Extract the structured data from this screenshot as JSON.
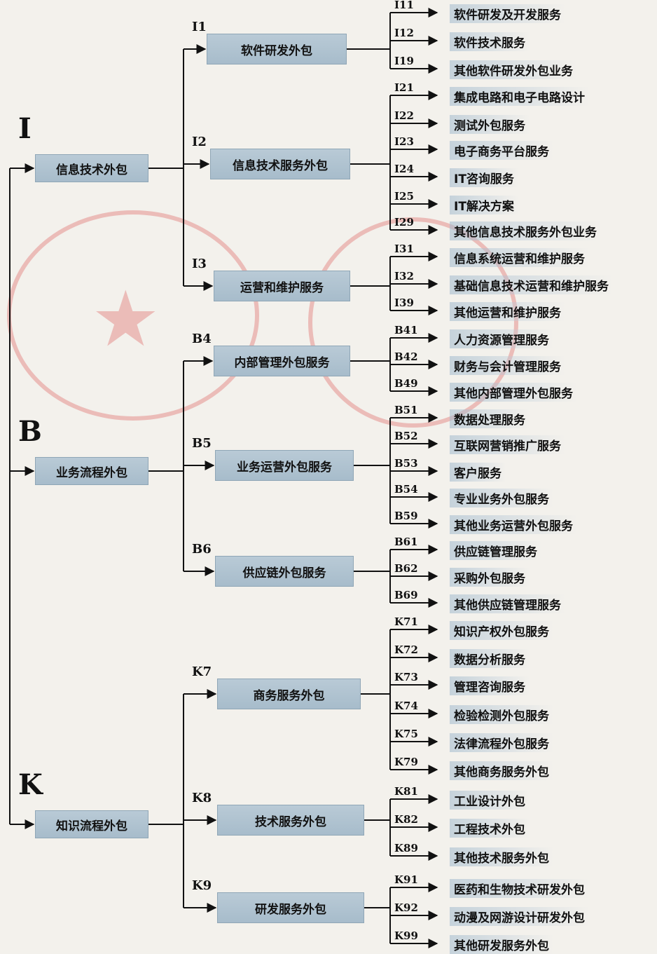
{
  "diagram": {
    "roots": [
      {
        "letter": "I",
        "label": "信息技术外包",
        "children": [
          {
            "code": "I1",
            "label": "软件研发外包",
            "leaves": [
              {
                "code": "I11",
                "label": "软件研发及开发服务"
              },
              {
                "code": "I12",
                "label": "软件技术服务"
              },
              {
                "code": "I19",
                "label": "其他软件研发外包业务"
              }
            ]
          },
          {
            "code": "I2",
            "label": "信息技术服务外包",
            "leaves": [
              {
                "code": "I21",
                "label": "集成电路和电子电路设计"
              },
              {
                "code": "I22",
                "label": "测试外包服务"
              },
              {
                "code": "I23",
                "label": "电子商务平台服务"
              },
              {
                "code": "I24",
                "label": "IT咨询服务"
              },
              {
                "code": "I25",
                "label": "IT解决方案"
              },
              {
                "code": "I29",
                "label": "其他信息技术服务外包业务"
              }
            ]
          },
          {
            "code": "I3",
            "label": "运营和维护服务",
            "leaves": [
              {
                "code": "I31",
                "label": "信息系统运营和维护服务"
              },
              {
                "code": "I32",
                "label": "基础信息技术运营和维护服务"
              },
              {
                "code": "I39",
                "label": "其他运营和维护服务"
              }
            ]
          }
        ]
      },
      {
        "letter": "B",
        "label": "业务流程外包",
        "children": [
          {
            "code": "B4",
            "label": "内部管理外包服务",
            "leaves": [
              {
                "code": "B41",
                "label": "人力资源管理服务"
              },
              {
                "code": "B42",
                "label": "财务与会计管理服务"
              },
              {
                "code": "B49",
                "label": "其他内部管理外包服务"
              }
            ]
          },
          {
            "code": "B5",
            "label": "业务运营外包服务",
            "leaves": [
              {
                "code": "B51",
                "label": "数据处理服务"
              },
              {
                "code": "B52",
                "label": "互联网营销推广服务"
              },
              {
                "code": "B53",
                "label": "客户服务"
              },
              {
                "code": "B54",
                "label": "专业业务外包服务"
              },
              {
                "code": "B59",
                "label": "其他业务运营外包服务"
              }
            ]
          },
          {
            "code": "B6",
            "label": "供应链外包服务",
            "leaves": [
              {
                "code": "B61",
                "label": "供应链管理服务"
              },
              {
                "code": "B62",
                "label": "采购外包服务"
              },
              {
                "code": "B69",
                "label": "其他供应链管理服务"
              }
            ]
          }
        ]
      },
      {
        "letter": "K",
        "label": "知识流程外包",
        "children": [
          {
            "code": "K7",
            "label": "商务服务外包",
            "leaves": [
              {
                "code": "K71",
                "label": "知识产权外包服务"
              },
              {
                "code": "K72",
                "label": "数据分析服务"
              },
              {
                "code": "K73",
                "label": "管理咨询服务"
              },
              {
                "code": "K74",
                "label": "检验检测外包服务"
              },
              {
                "code": "K75",
                "label": "法律流程外包服务"
              },
              {
                "code": "K79",
                "label": "其他商务服务外包"
              }
            ]
          },
          {
            "code": "K8",
            "label": "技术服务外包",
            "leaves": [
              {
                "code": "K81",
                "label": "工业设计外包"
              },
              {
                "code": "K82",
                "label": "工程技术外包"
              },
              {
                "code": "K89",
                "label": "其他技术服务外包"
              }
            ]
          },
          {
            "code": "K9",
            "label": "研发服务外包",
            "leaves": [
              {
                "code": "K91",
                "label": "医药和生物技术研发外包"
              },
              {
                "code": "K92",
                "label": "动漫及网游设计研发外包"
              },
              {
                "code": "K99",
                "label": "其他研发服务外包"
              }
            ]
          }
        ]
      }
    ]
  }
}
